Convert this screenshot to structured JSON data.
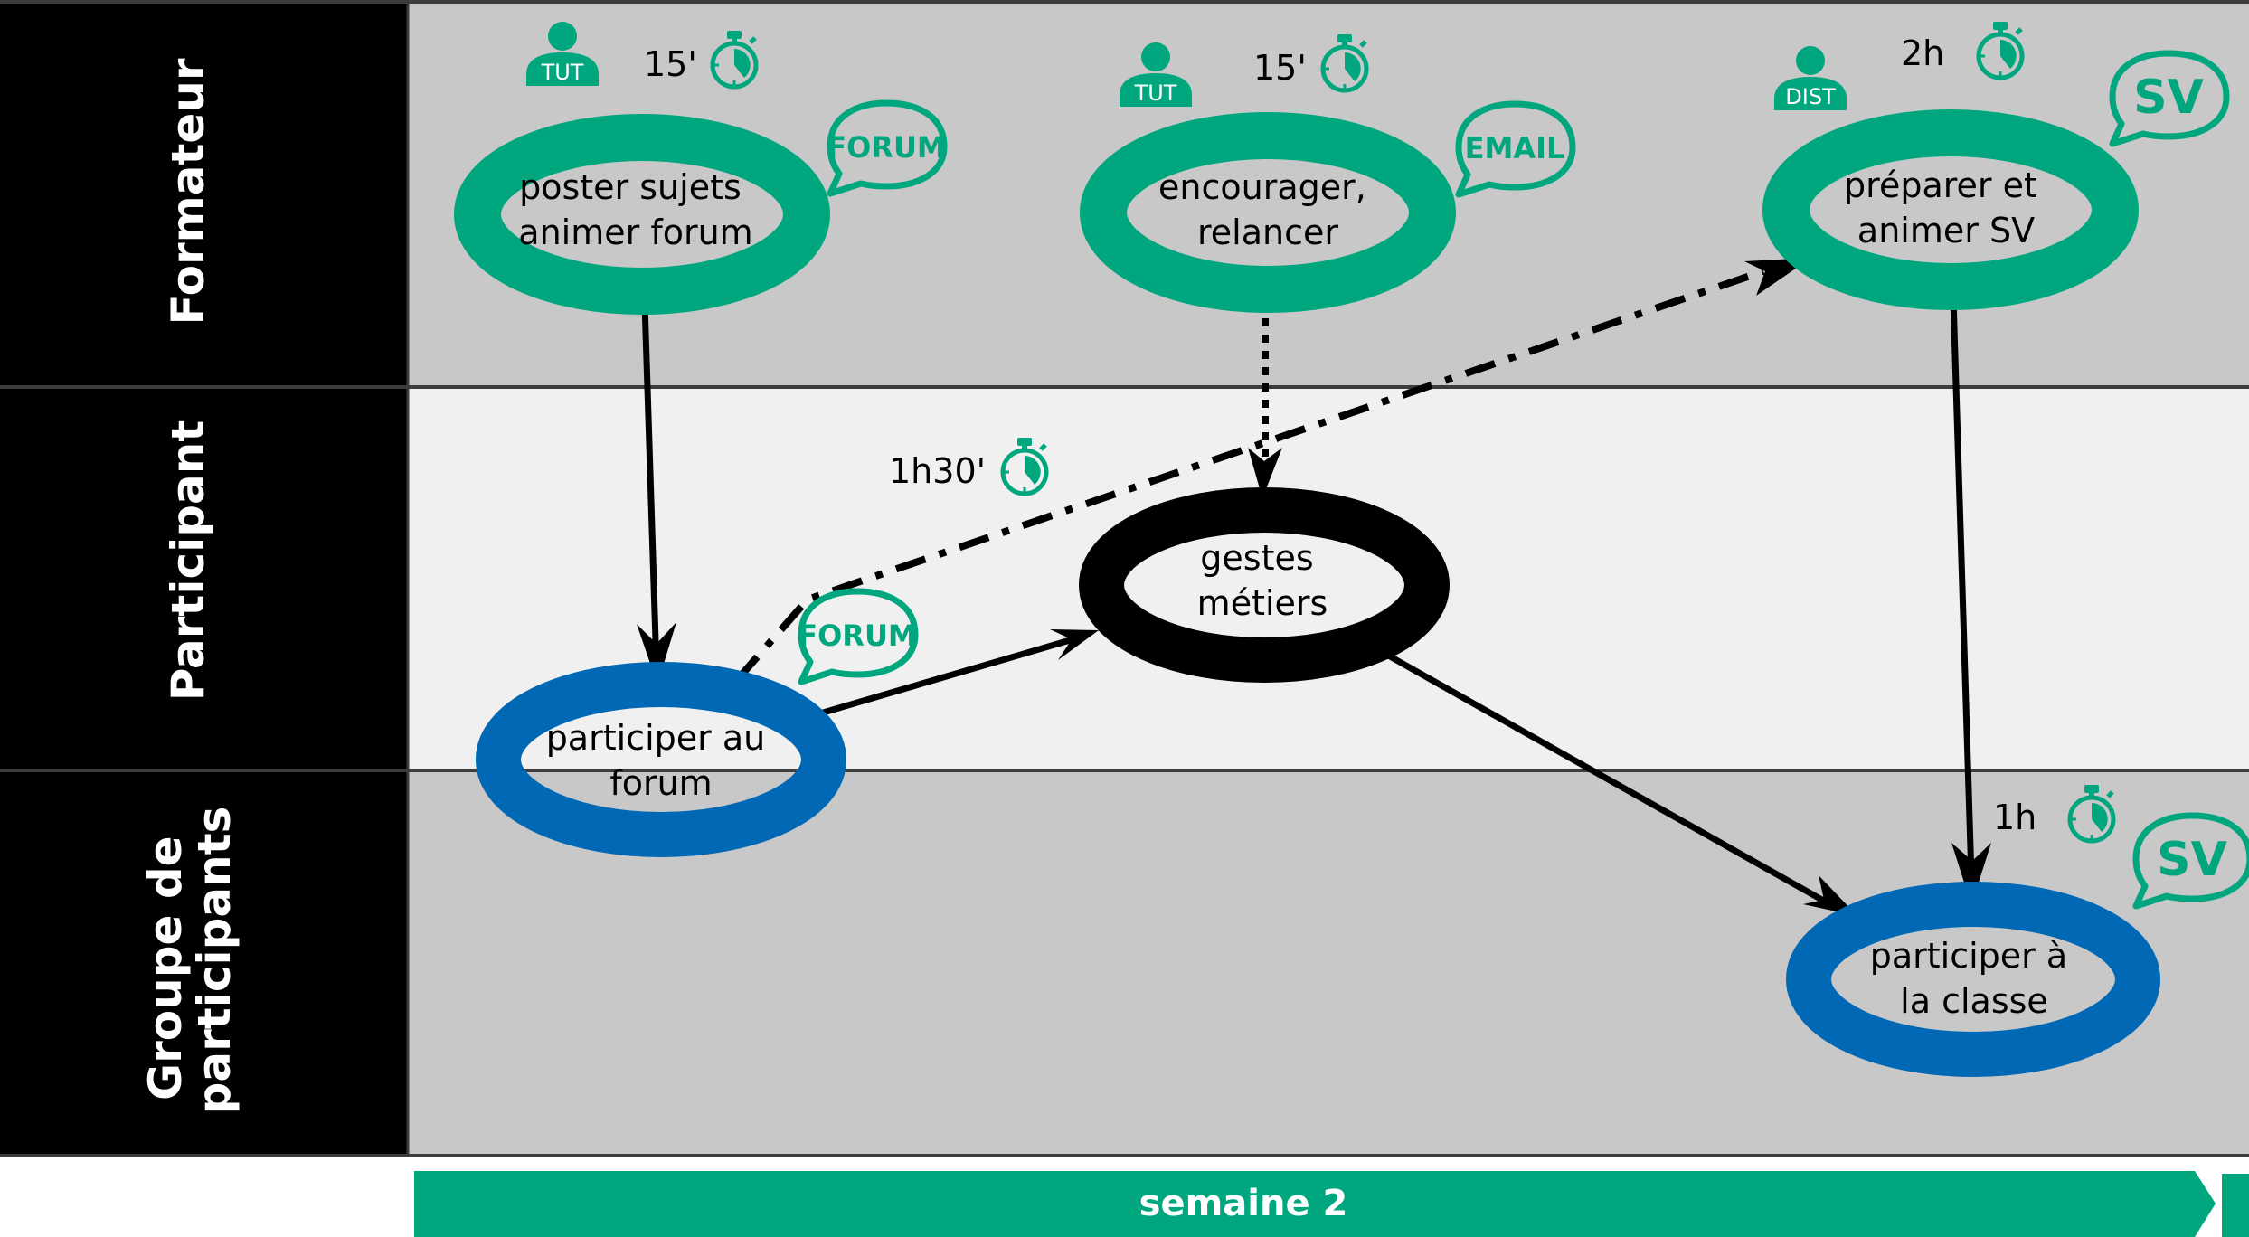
{
  "colors": {
    "green": "#00a67e",
    "blue": "#0068b5",
    "black": "#000000",
    "lane_dark": "#c8c8c8",
    "lane_light": "#f0f0f0",
    "header_bg": "#000000",
    "divider": "#3c3c3c"
  },
  "lanes": [
    {
      "id": "formateur",
      "label_lines": [
        "Formateur"
      ]
    },
    {
      "id": "participant",
      "label_lines": [
        "Participant"
      ]
    },
    {
      "id": "groupe",
      "label_lines": [
        "Groupe de",
        "participants"
      ]
    }
  ],
  "nodes": [
    {
      "id": "poster",
      "lane": "formateur",
      "style": "green",
      "lines": [
        "poster sujets",
        "animer forum"
      ],
      "role": "TUT",
      "duration": "15'",
      "tool": "FORUM"
    },
    {
      "id": "encourager",
      "lane": "formateur",
      "style": "green",
      "lines": [
        "encourager,",
        "relancer"
      ],
      "role": "TUT",
      "duration": "15'",
      "tool": "EMAIL"
    },
    {
      "id": "preparer",
      "lane": "formateur",
      "style": "green",
      "lines": [
        "préparer et",
        "animer SV"
      ],
      "role": "DIST",
      "duration": "2h",
      "tool": "SV"
    },
    {
      "id": "gestes",
      "lane": "participant",
      "style": "black",
      "lines": [
        "gestes",
        "métiers"
      ]
    },
    {
      "id": "forum",
      "lane": "participant",
      "style": "blue",
      "lines": [
        "participer au",
        "forum"
      ],
      "duration": "1h30'",
      "tool": "FORUM"
    },
    {
      "id": "classe",
      "lane": "groupe",
      "style": "blue",
      "lines": [
        "participer à",
        "la classe"
      ],
      "duration": "1h",
      "tool": "SV"
    }
  ],
  "edges": [
    {
      "from": "poster",
      "to": "forum",
      "style": "solid"
    },
    {
      "from": "encourager",
      "to": "gestes",
      "style": "dotted"
    },
    {
      "from": "forum",
      "to": "preparer",
      "style": "dash-dot"
    },
    {
      "from": "forum",
      "to": "gestes",
      "style": "solid"
    },
    {
      "from": "gestes",
      "to": "classe",
      "style": "solid"
    },
    {
      "from": "preparer",
      "to": "classe",
      "style": "solid"
    }
  ],
  "timeline": {
    "label": "semaine 2"
  }
}
